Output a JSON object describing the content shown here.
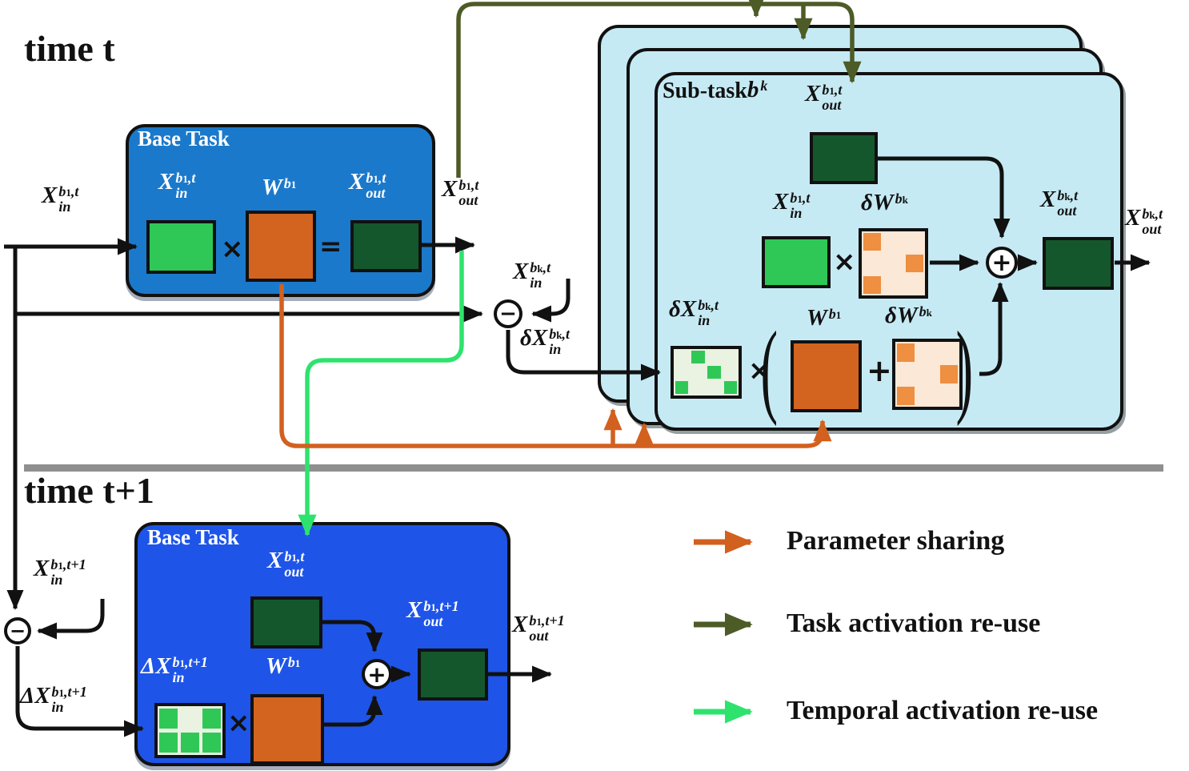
{
  "titles": {
    "time_t": "time t",
    "time_t_plus_1": "time t+1",
    "base_task_top": "Base Task",
    "base_task_bottom": "Base Task",
    "subtask_prefix": "Sub-task "
  },
  "operators": {
    "times": "×",
    "equals": "=",
    "plus": "+",
    "minus": "−",
    "circle_plus": "+",
    "circle_minus": "−",
    "paren_open": "(",
    "paren_close": ")"
  },
  "labels": {
    "subtask_var": {
      "pre": "",
      "main": "b",
      "sup": "",
      "sub": "k"
    },
    "xin_b1t_outside": {
      "pre": "",
      "main": "X",
      "sup": "b1,t",
      "sub": "in"
    },
    "xin_b1t_inside": {
      "pre": "",
      "main": "X",
      "sup": "b1,t",
      "sub": "in"
    },
    "w_b1_top": {
      "pre": "",
      "main": "W",
      "sup": "b1",
      "sub": ""
    },
    "xout_b1t_inside": {
      "pre": "",
      "main": "X",
      "sup": "b1,t",
      "sub": "out"
    },
    "xout_b1t_outside": {
      "pre": "",
      "main": "X",
      "sup": "b1,t",
      "sub": "out"
    },
    "xin_bkt": {
      "pre": "",
      "main": "X",
      "sup": "bk,t",
      "sub": "in"
    },
    "dxin_bkt": {
      "pre": "δ",
      "main": "X",
      "sup": "bk,t",
      "sub": "in"
    },
    "st_xout_b1t": {
      "pre": "",
      "main": "X",
      "sup": "b1,t",
      "sub": "out"
    },
    "st_xin_b1t": {
      "pre": "",
      "main": "X",
      "sup": "b1,t",
      "sub": "in"
    },
    "st_dw_bk": {
      "pre": "δ",
      "main": "W",
      "sup": "bk",
      "sub": ""
    },
    "st_xout_bkt_inside": {
      "pre": "",
      "main": "X",
      "sup": "bk,t",
      "sub": "out"
    },
    "st_xout_bkt_outside": {
      "pre": "",
      "main": "X",
      "sup": "bk,t",
      "sub": "out"
    },
    "st_dxin_bkt": {
      "pre": "δ",
      "main": "X",
      "sup": "bk,t",
      "sub": "in"
    },
    "st_w_b1": {
      "pre": "",
      "main": "W",
      "sup": "b1",
      "sub": ""
    },
    "st_dw_bk2": {
      "pre": "δ",
      "main": "W",
      "sup": "bk",
      "sub": ""
    },
    "xin_b1t1": {
      "pre": "",
      "main": "X",
      "sup": "b1,t+1",
      "sub": "in"
    },
    "dxin_b1t1_outside": {
      "pre": "Δ",
      "main": "X",
      "sup": "b1,t+1",
      "sub": "in"
    },
    "bb_xout_b1t": {
      "pre": "",
      "main": "X",
      "sup": "b1,t",
      "sub": "out"
    },
    "bb_dxin_b1t1": {
      "pre": "Δ",
      "main": "X",
      "sup": "b1,t+1",
      "sub": "in"
    },
    "bb_w_b1": {
      "pre": "",
      "main": "W",
      "sup": "b1",
      "sub": ""
    },
    "bb_xout_b1t1": {
      "pre": "",
      "main": "X",
      "sup": "b1,t+1",
      "sub": "out"
    },
    "xout_b1t1_outside": {
      "pre": "",
      "main": "X",
      "sup": "b1,t+1",
      "sub": "out"
    }
  },
  "legend": [
    {
      "name": "parameter-sharing",
      "label": "Parameter sharing",
      "color": "#d2601f"
    },
    {
      "name": "task-activation-reuse",
      "label": "Task activation re-use",
      "color": "#4d5b27"
    },
    {
      "name": "temporal-activation-reuse",
      "label": "Temporal activation re-use",
      "color": "#2ee36d"
    }
  ],
  "colors": {
    "blue-top": "#1b79cb",
    "blue-bottom": "#1e55e8",
    "cyan": "#c6eaf4",
    "green": "#2fc857",
    "green-dark": "#15572c",
    "orange": "#d2641f",
    "orange-light": "#ee8f42",
    "cream": "#fbe8d6",
    "mint": "#eaf2e2",
    "olive": "#4d5b27",
    "spring": "#2ee36d",
    "param": "#d2601f",
    "gray": "#8f8f8f",
    "ink": "#111111"
  },
  "matrices": {
    "dw_bk_upper": {
      "rows": 3,
      "cols": 3,
      "bg": "cream",
      "cell": "orange-light",
      "filled": [
        [
          0,
          0
        ],
        [
          1,
          2
        ],
        [
          2,
          0
        ]
      ]
    },
    "dw_bk_lower": {
      "rows": 3,
      "cols": 3,
      "bg": "cream",
      "cell": "orange-light",
      "filled": [
        [
          0,
          0
        ],
        [
          1,
          2
        ],
        [
          2,
          0
        ]
      ]
    },
    "dx_bk": {
      "rows": 3,
      "cols": 4,
      "bg": "mint",
      "cell": "green",
      "filled": [
        [
          0,
          1
        ],
        [
          1,
          2
        ],
        [
          2,
          0
        ],
        [
          2,
          3
        ]
      ]
    },
    "dx_b1": {
      "rows": 2,
      "cols": 3,
      "bg": "mint",
      "cell": "green",
      "filled": [
        [
          0,
          0
        ],
        [
          0,
          2
        ],
        [
          1,
          0
        ],
        [
          1,
          1
        ],
        [
          1,
          2
        ]
      ]
    }
  }
}
